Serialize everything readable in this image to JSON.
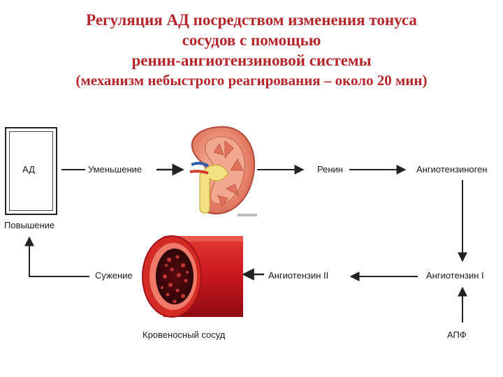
{
  "title": {
    "lines": [
      "Регуляция АД посредством изменения тонуса",
      "сосудов с помощью",
      "ренин-ангиотензиновой  системы"
    ],
    "subtitle": "(механизм небыстрого реагирования – около 20 мин)"
  },
  "nodes": {
    "ad": "АД",
    "increase": "Повышение",
    "decrease": "Уменьшение",
    "renin": "Ренин",
    "angiotensinogen": "Ангиотензиноген",
    "angiotensin1": "Ангиотензин I",
    "angiotensin2": "Ангиотензин II",
    "constriction": "Сужение",
    "vessel": "Кровеносный сосуд",
    "ace": "АПФ"
  },
  "colors": {
    "title": "#b3262b",
    "vessel": "#c8161d",
    "kidney": "#e8836e"
  }
}
